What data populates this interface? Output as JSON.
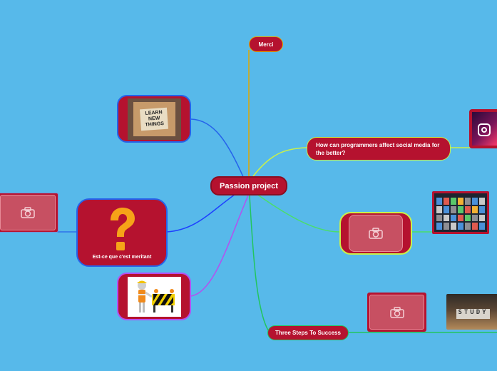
{
  "central": {
    "label": "Passion project"
  },
  "topics": {
    "merci": {
      "label": "Merci"
    },
    "programmers": {
      "label": "How can programmers affect social media for the better?"
    },
    "three_steps": {
      "label": "Three Steps To Success"
    },
    "meritant": {
      "label": "Est-ce que c'est meritant"
    }
  },
  "images": {
    "learn_new_things": {
      "lines": [
        "LEARN",
        "NEW",
        "THINGS"
      ]
    },
    "study": {
      "label": "STUDY"
    }
  },
  "colors": {
    "background": "#57b9ea",
    "node": "#b5122f",
    "merci_line": "#e0a800",
    "programmers_line": "#c9f04a",
    "photo_line": "#4ade6a",
    "steps_line": "#22c55e",
    "meritant_line": "#1e40ff",
    "learn_line": "#2563eb",
    "worker_line": "#b450f0"
  }
}
